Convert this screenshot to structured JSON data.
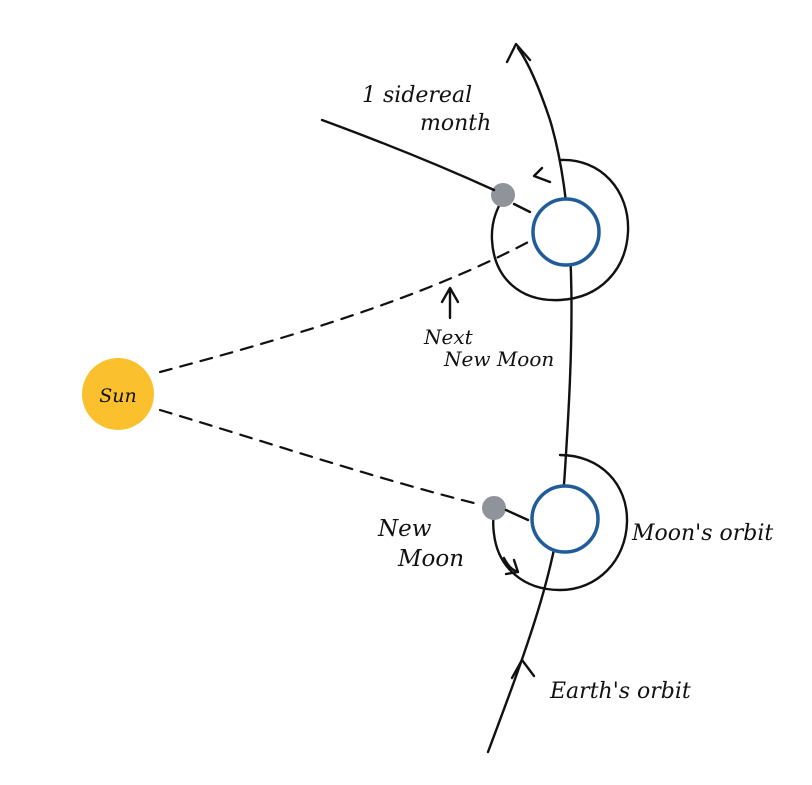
{
  "labels": {
    "sun": "Sun",
    "sidereal_line1": "1 sidereal",
    "sidereal_line2": "month",
    "next_line1": "Next",
    "next_line2": "New Moon",
    "new_moon_line1": "New",
    "new_moon_line2": "Moon",
    "moons_orbit": "Moon's orbit",
    "earths_orbit": "Earth's orbit"
  },
  "colors": {
    "sun": "#FBC02D",
    "earth_ring": "#1F5C99",
    "moon": "#8E9499",
    "ink": "#111111"
  }
}
